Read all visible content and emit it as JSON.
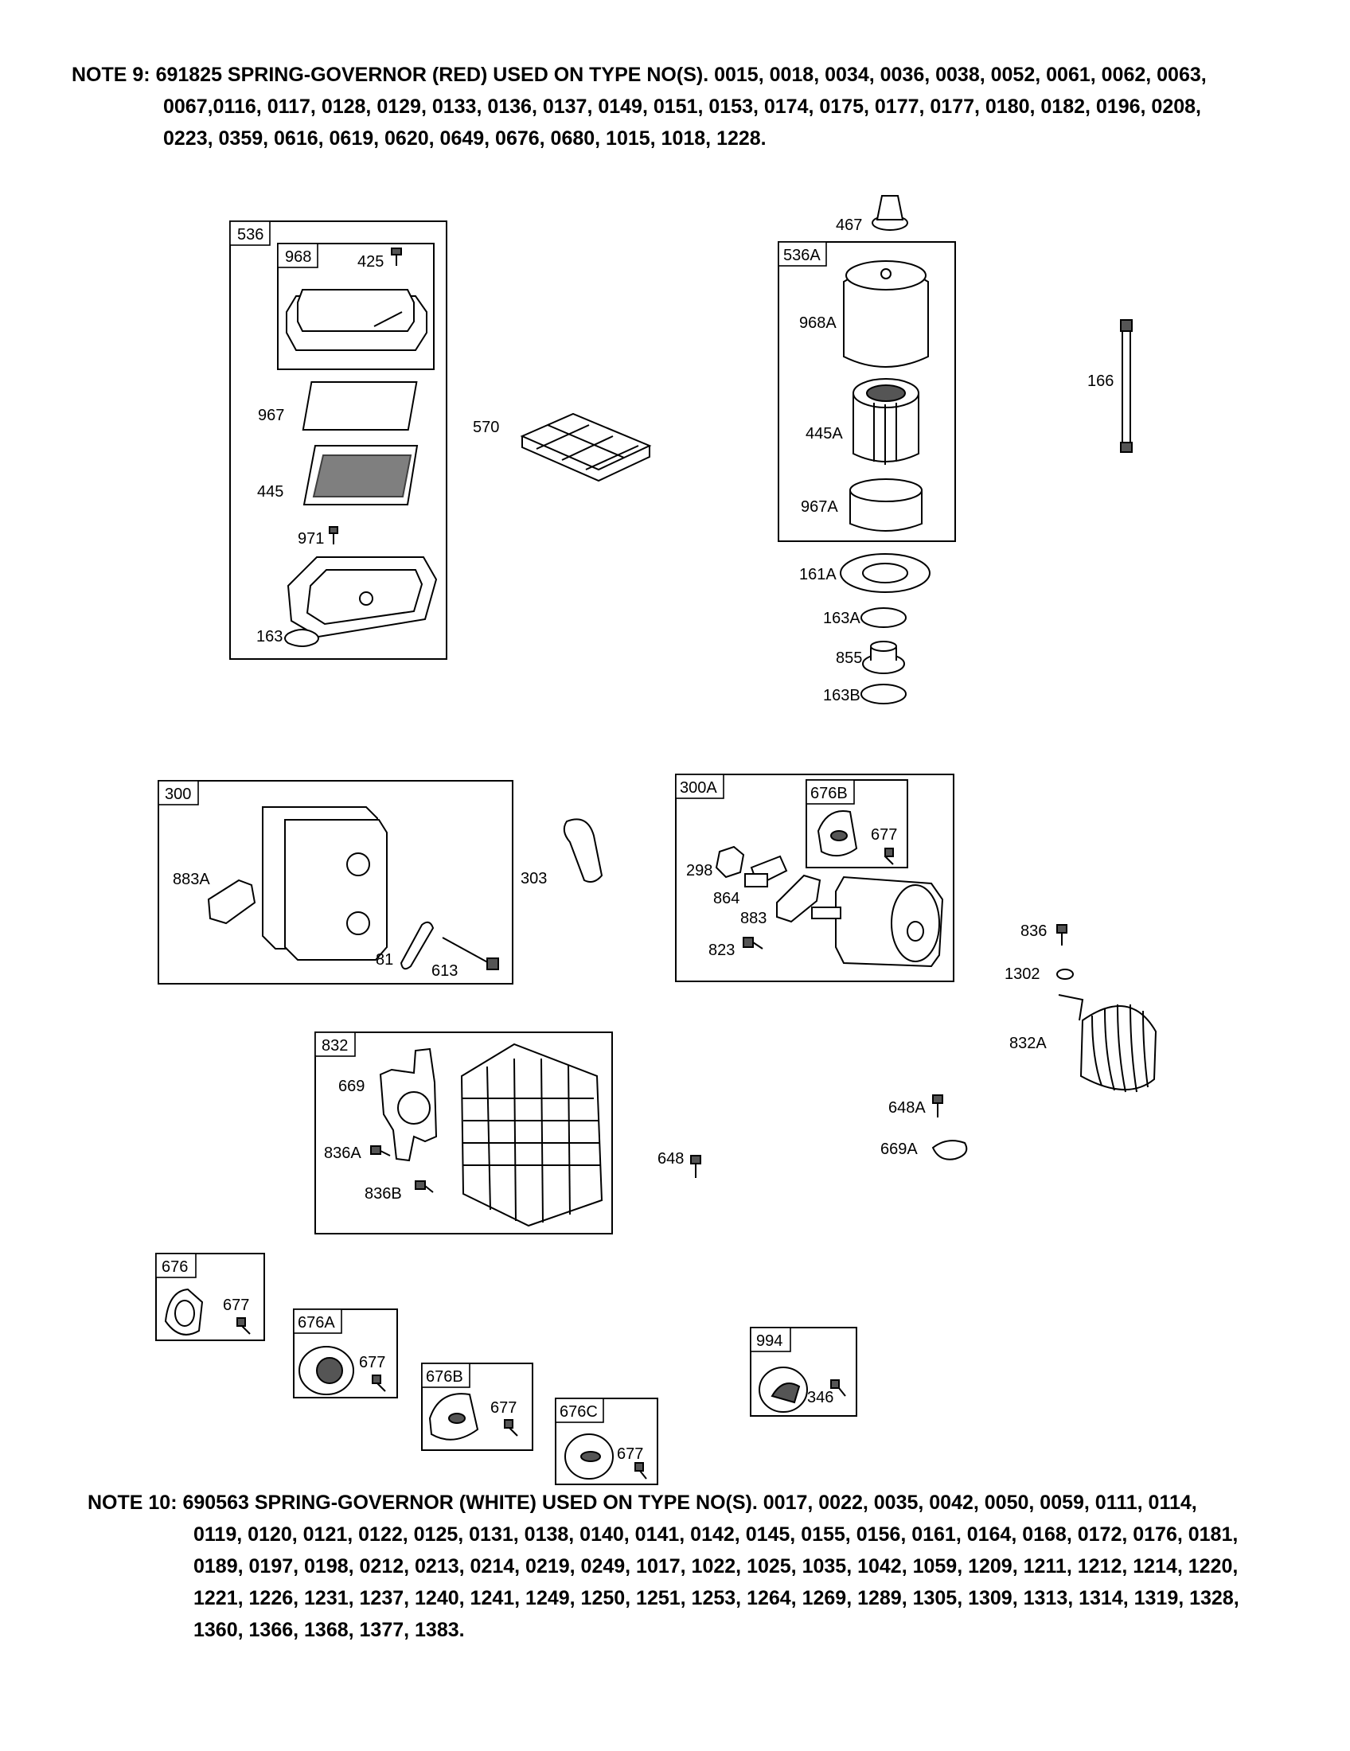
{
  "notes": {
    "note9": {
      "lead": "NOTE 9: 691825 SPRING-GOVERNOR (RED) USED ON TYPE NO(S). 0015, 0018, 0034, 0036, 0038, 0052, 0061, 0062, 0063,",
      "lines": [
        "0067,0116, 0117, 0128, 0129, 0133, 0136, 0137, 0149, 0151, 0153, 0174, 0175, 0177, 0177, 0180, 0182, 0196, 0208,",
        "0223, 0359, 0616, 0619, 0620, 0649, 0676, 0680, 1015, 1018, 1228."
      ]
    },
    "note10": {
      "lead": "NOTE 10: 690563 SPRING-GOVERNOR (WHITE) USED ON TYPE NO(S). 0017, 0022, 0035, 0042, 0050, 0059, 0111, 0114,",
      "lines": [
        "0119, 0120, 0121, 0122, 0125, 0131, 0138, 0140, 0141, 0142, 0145, 0155, 0156, 0161, 0164, 0168, 0172, 0176, 0181,",
        "0189, 0197, 0198, 0212, 0213, 0214, 0219, 0249, 1017, 1022, 1025, 1035, 1042, 1059, 1209, 1211, 1212, 1214, 1220,",
        "1221, 1226, 1231, 1237, 1240, 1241, 1249, 1250, 1251, 1253, 1264, 1269, 1289, 1305, 1309, 1313, 1314, 1319, 1328,",
        "1360, 1366, 1368, 1377, 1383."
      ]
    }
  },
  "groups": {
    "g536": "536",
    "g968": "968",
    "g536A": "536A",
    "g300": "300",
    "g300A": "300A",
    "g676B_in300A": "676B",
    "g832": "832",
    "g676": "676",
    "g676A": "676A",
    "g676B": "676B",
    "g676C": "676C",
    "g994": "994"
  },
  "parts": {
    "p425": "425",
    "p967": "967",
    "p445": "445",
    "p971": "971",
    "p163": "163",
    "p570": "570",
    "p467": "467",
    "p968A": "968A",
    "p445A": "445A",
    "p967A": "967A",
    "p161A": "161A",
    "p163A": "163A",
    "p855": "855",
    "p163B": "163B",
    "p166": "166",
    "p883A": "883A",
    "p303": "303",
    "p81": "81",
    "p613": "613",
    "p298": "298",
    "p864": "864",
    "p883": "883",
    "p823": "823",
    "p677_300A": "677",
    "p836": "836",
    "p1302": "1302",
    "p832A": "832A",
    "p648A": "648A",
    "p669A": "669A",
    "p648": "648",
    "p669": "669",
    "p836A": "836A",
    "p836B": "836B",
    "p677_676": "677",
    "p677_676A": "677",
    "p677_676B": "677",
    "p677_676C": "677",
    "p346": "346"
  }
}
